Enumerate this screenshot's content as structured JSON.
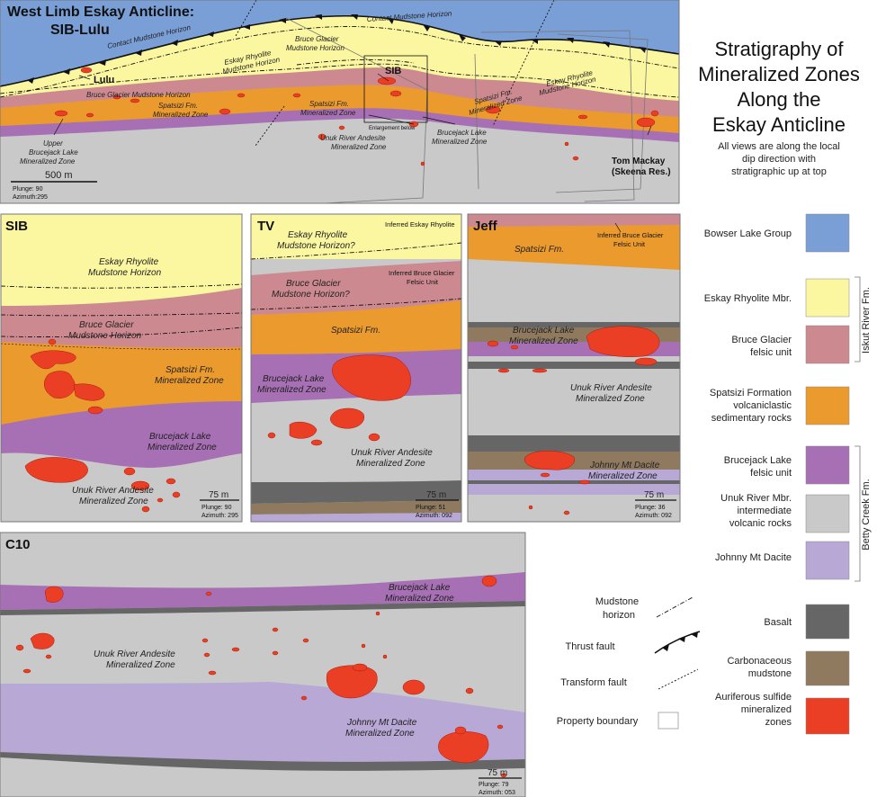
{
  "colors": {
    "bowser": "#7a9ed6",
    "eskay": "#fbf6a0",
    "bruce": "#cc8a90",
    "spatsizi": "#eb9a2e",
    "brucejack": "#a76fb4",
    "unuk": "#c9c9c9",
    "johnny": "#b7a8d6",
    "basalt": "#666666",
    "carbon": "#8f7a60",
    "sulfide": "#ea3f24"
  },
  "top": {
    "title1": "West Limb Eskay Anticline:",
    "title2": "SIB-Lulu",
    "labels": {
      "contact_left": "Contact Mudstone Horizon",
      "contact_right": "Contact Mudstone Horizon",
      "bruce_glacier_upper_1": "Bruce Glacier",
      "bruce_glacier_upper_2": "Mudstone Horizon",
      "eskay_left_1": "Eskay Rhyolite",
      "eskay_left_2": "Mudstone Horizon",
      "eskay_right_1": "Eskay Rhyolite",
      "eskay_right_2": "Mudstone Horizon",
      "lulu": "Lulu",
      "sib": "SIB",
      "bruce_glacier_left": "Bruce Glacier Mudstone Horizon",
      "spatsizi_left_1": "Spatsizi Fm.",
      "spatsizi_left_2": "Mineralized Zone",
      "spatsizi_mid_1": "Spatsizi Fm.",
      "spatsizi_mid_2": "Mineralized Zone",
      "spatsizi_right_1": "Spatsizi Fm.",
      "spatsizi_right_2": "Mineralized Zone",
      "enlargement": "Enlargement below",
      "upper_bj_1": "Upper",
      "upper_bj_2": "Brucejack Lake",
      "upper_bj_3": "Mineralized Zone",
      "unuk_1": "Unuk River Andesite",
      "unuk_2": "Mineralized Zone",
      "bj_1": "Brucejack Lake",
      "bj_2": "Mineralized Zone",
      "tom_1": "Tom Mackay",
      "tom_2": "(Skeena Res.)"
    },
    "scale": "500 m",
    "plunge": "Plunge: 90",
    "azimuth": "Azimuth:295"
  },
  "sib": {
    "title": "SIB",
    "eskay_1": "Eskay Rhyolite",
    "eskay_2": "Mudstone Horizon",
    "bruce_1": "Bruce Glacier",
    "bruce_2": "Mudstone Horizon",
    "spatsizi_1": "Spatsizi Fm.",
    "spatsizi_2": "Mineralized Zone",
    "bj_1": "Brucejack Lake",
    "bj_2": "Mineralized Zone",
    "unuk_1": "Unuk River Andesite",
    "unuk_2": "Mineralized Zone",
    "scale": "75 m",
    "plunge": "Plunge: 90",
    "azimuth": "Azimuth: 295"
  },
  "tv": {
    "title": "TV",
    "inferred_eskay": "Inferred Eskay Rhyolite",
    "eskay_1": "Eskay Rhyolite",
    "eskay_2": "Mudstone Horizon?",
    "bruce_1": "Bruce Glacier",
    "bruce_2": "Mudstone Horizon?",
    "inferred_bruce_1": "Inferred Bruce Glacier",
    "inferred_bruce_2": "Felsic Unit",
    "spatsizi": "Spatsizi Fm.",
    "bj_1": "Brucejack Lake",
    "bj_2": "Mineralized Zone",
    "unuk_1": "Unuk River Andesite",
    "unuk_2": "Mineralized Zone",
    "scale": "75 m",
    "plunge": "Plunge: 51",
    "azimuth": "Azimuth: 092"
  },
  "jeff": {
    "title": "Jeff",
    "spatsizi": "Spatsizi Fm.",
    "inferred_bruce_1": "Inferred Bruce Glacier",
    "inferred_bruce_2": "Felsic Unit",
    "bj_1": "Brucejack Lake",
    "bj_2": "Mineralized Zone",
    "unuk_1": "Unuk River Andesite",
    "unuk_2": "Mineralized Zone",
    "johnny_1": "Johnny Mt Dacite",
    "johnny_2": "Mineralized Zone",
    "scale": "75 m",
    "plunge": "Plunge: 36",
    "azimuth": "Azimuth: 092"
  },
  "c10": {
    "title": "C10",
    "bj_1": "Brucejack Lake",
    "bj_2": "Mineralized Zone",
    "unuk_1": "Unuk River Andesite",
    "unuk_2": "Mineralized Zone",
    "johnny_1": "Johnny Mt Dacite",
    "johnny_2": "Mineralized Zone",
    "scale": "75 m",
    "plunge": "Plunge: 79",
    "azimuth": "Azimuth: 053"
  },
  "header": {
    "title_1": "Stratigraphy of",
    "title_2": "Mineralized Zones",
    "title_3": "Along the",
    "title_4": "Eskay Anticline",
    "note_1": "All views are along the local",
    "note_2": "dip direction with",
    "note_3": "stratigraphic up at top"
  },
  "legend": {
    "units": [
      {
        "lines": [
          "Bowser Lake Group"
        ],
        "color": "#7a9ed6"
      },
      {
        "lines": [
          "Eskay Rhyolite Mbr."
        ],
        "color": "#fbf6a0"
      },
      {
        "lines": [
          "Bruce Glacier",
          "felsic unit"
        ],
        "color": "#cc8a90"
      },
      {
        "lines": [
          "Spatsizi Formation",
          "volcaniclastic",
          "sedimentary rocks"
        ],
        "color": "#eb9a2e"
      },
      {
        "lines": [
          "Brucejack Lake",
          "felsic unit"
        ],
        "color": "#a76fb4"
      },
      {
        "lines": [
          "Unuk River Mbr.",
          "intermediate",
          "volcanic rocks"
        ],
        "color": "#c9c9c9"
      },
      {
        "lines": [
          "Johnny Mt Dacite"
        ],
        "color": "#b7a8d6"
      },
      {
        "lines": [
          "Basalt"
        ],
        "color": "#666666"
      },
      {
        "lines": [
          "Carbonaceous",
          "mudstone"
        ],
        "color": "#8f7a60"
      },
      {
        "lines": [
          "Auriferous sulfide",
          "mineralized",
          "zones"
        ],
        "color": "#ea3f24"
      }
    ],
    "iskut": "Iskut River Fm.",
    "betty": "Betty Creek Fm.",
    "mudstone_1": "Mudstone",
    "mudstone_2": "horizon",
    "thrust": "Thrust fault",
    "transform": "Transform fault",
    "property": "Property boundary"
  }
}
